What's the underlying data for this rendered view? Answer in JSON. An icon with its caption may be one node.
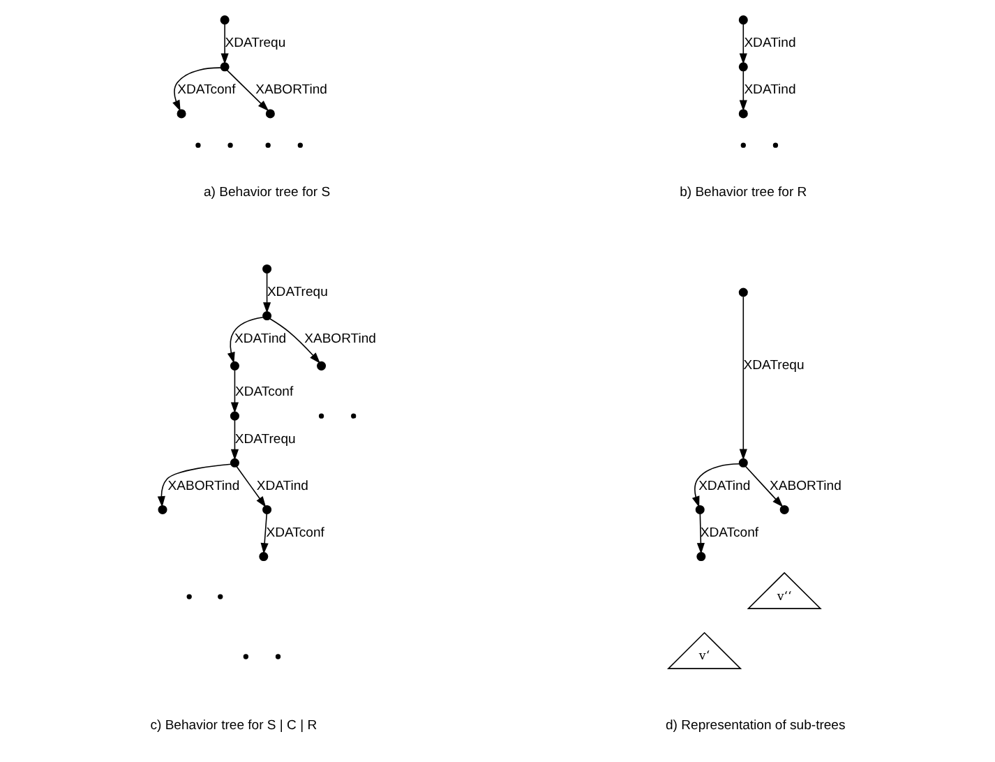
{
  "diagram": {
    "nodes": [
      {
        "text": [],
        "shape": "circle"
      },
      {
        "text": [],
        "shape": "circle"
      },
      {
        "text": [],
        "shape": "circle"
      },
      {
        "text": [],
        "shape": "circle"
      },
      {
        "text": [],
        "shape": "dots"
      },
      {
        "text": [],
        "shape": "dots"
      },
      {
        "text": [],
        "shape": "circle"
      },
      {
        "text": [],
        "shape": "circle"
      },
      {
        "text": [],
        "shape": "circle"
      },
      {
        "text": [],
        "shape": "dots"
      },
      {
        "text": [],
        "shape": "circle"
      },
      {
        "text": [],
        "shape": "circle"
      },
      {
        "text": [],
        "shape": "circle"
      },
      {
        "text": [],
        "shape": "circle"
      },
      {
        "text": [],
        "shape": "dots"
      },
      {
        "text": [],
        "shape": "circle"
      },
      {
        "text": [],
        "shape": "circle"
      },
      {
        "text": [],
        "shape": "circle"
      },
      {
        "text": [],
        "shape": "dots"
      },
      {
        "text": [],
        "shape": "circle"
      },
      {
        "text": [],
        "shape": "circle"
      },
      {
        "text": [],
        "shape": "dots"
      },
      {
        "text": [],
        "shape": "circle"
      },
      {
        "text": [],
        "shape": "circle"
      },
      {
        "text": [],
        "shape": "circle"
      },
      {
        "text": [],
        "shape": "circle"
      },
      {
        "text": [],
        "shape": "circle"
      },
      {
        "text": [
          "v‘"
        ]
      },
      {
        "text": [
          "v‘‘"
        ]
      }
    ],
    "edges": [
      {
        "from": 0,
        "to": 1,
        "arrow": "to",
        "label": "XDATrequ"
      },
      {
        "from": 1,
        "to": 2,
        "arrow": "to",
        "label": "XDATconf"
      },
      {
        "from": 1,
        "to": 3,
        "arrow": "to",
        "label": "XABORTind"
      },
      {
        "from": 6,
        "to": 7,
        "arrow": "to",
        "label": "XDATind"
      },
      {
        "from": 7,
        "to": 8,
        "arrow": "to",
        "label": "XDATind"
      },
      {
        "from": 10,
        "to": 11,
        "arrow": "to",
        "label": "XDATrequ"
      },
      {
        "from": 11,
        "to": 12,
        "arrow": "to",
        "label": "XDATind"
      },
      {
        "from": 11,
        "to": 13,
        "arrow": "to",
        "label": "XABORTind"
      },
      {
        "from": 12,
        "to": 15,
        "arrow": "to",
        "label": "XDATconf"
      },
      {
        "from": 15,
        "to": 16,
        "arrow": "to",
        "label": "XDATrequ"
      },
      {
        "from": 16,
        "to": 19,
        "arrow": "to",
        "label": "XDATind"
      },
      {
        "from": 16,
        "to": 17,
        "arrow": "to",
        "label": "XABORTind"
      },
      {
        "from": 19,
        "to": 20,
        "arrow": "to",
        "label": "XDATconf"
      },
      {
        "from": 22,
        "to": 23,
        "arrow": "to",
        "label": "XDATrequ"
      },
      {
        "from": 23,
        "to": 24,
        "arrow": "to",
        "label": "XDATind"
      },
      {
        "from": 23,
        "to": 25,
        "arrow": "to",
        "label": "XABORTind"
      },
      {
        "from": 24,
        "to": 26,
        "arrow": "to",
        "label": "XDATconf"
      }
    ],
    "labels": [
      "a) Behavior tree for S",
      "b) Behavior tree for R",
      "c) Behavior tree for S | C | R",
      "d) Representation of sub-trees"
    ]
  }
}
